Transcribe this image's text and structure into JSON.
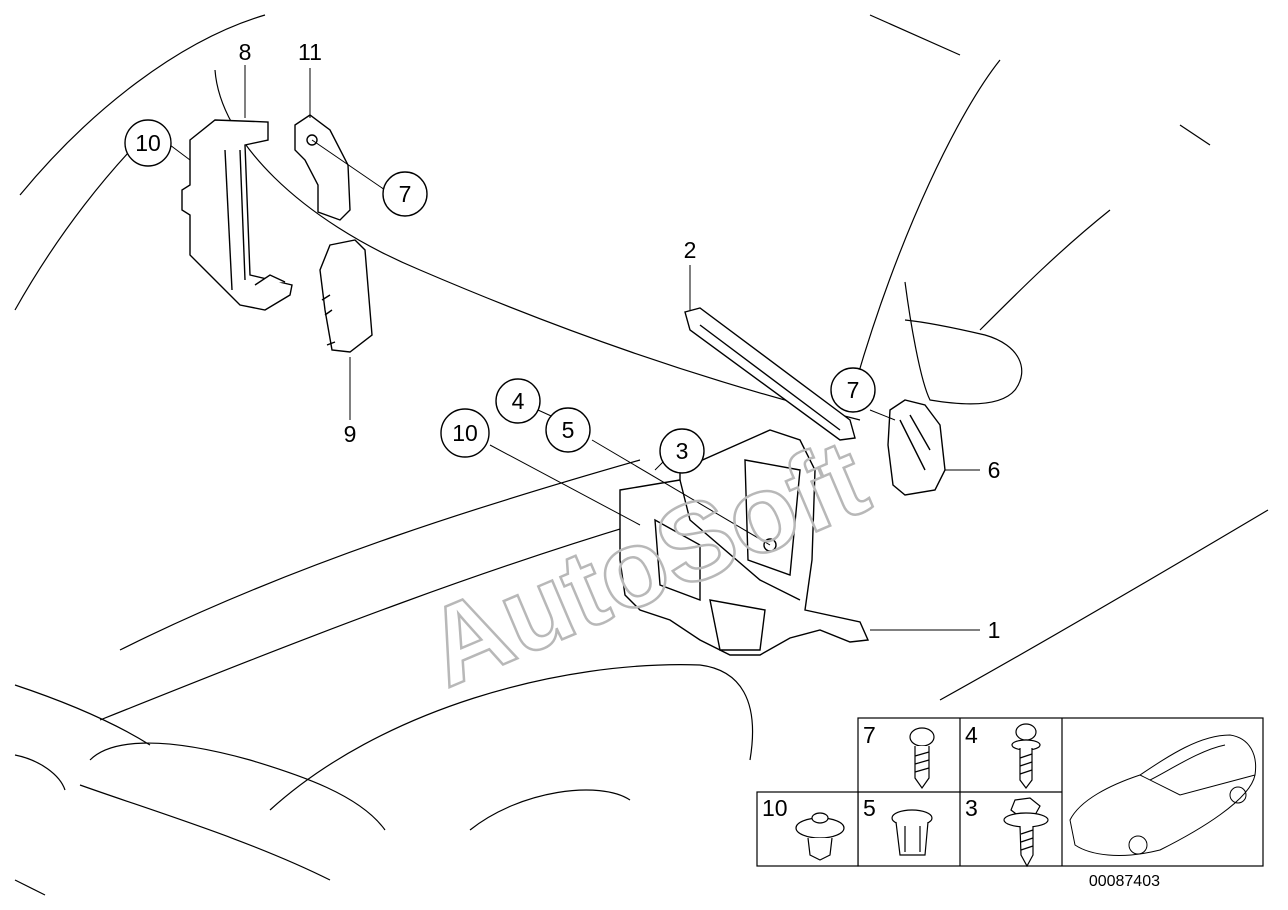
{
  "watermark": "AutoSoft",
  "diagram_number": "00087403",
  "callouts": {
    "c10_top": "10",
    "c7_top": "7",
    "c7_right": "7",
    "c4": "4",
    "c5": "5",
    "c3": "3",
    "c10_mid": "10"
  },
  "labels": {
    "l8": "8",
    "l11": "11",
    "l9": "9",
    "l2": "2",
    "l6": "6",
    "l1": "1"
  },
  "legend": {
    "cell_7": "7",
    "cell_4": "4",
    "cell_10": "10",
    "cell_5": "5",
    "cell_3": "3"
  }
}
